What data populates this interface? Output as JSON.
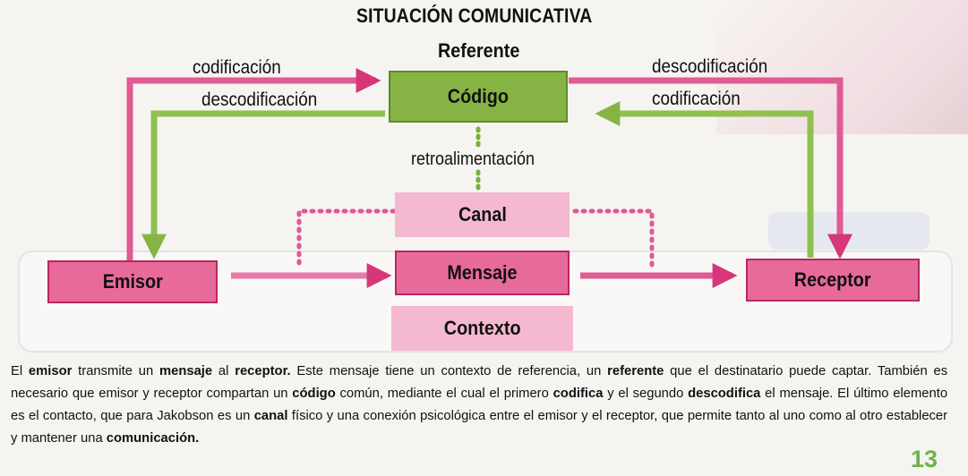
{
  "title": "SITUACIÓN COMUNICATIVA",
  "referent_label": "Referente",
  "nodes": {
    "codigo": "Código",
    "canal": "Canal",
    "mensaje": "Mensaje",
    "contexto": "Contexto",
    "emisor": "Emisor",
    "receptor": "Receptor"
  },
  "edge_labels": {
    "left_top": "codificación",
    "left_bottom": "descodificación",
    "right_top": "descodificación",
    "right_bottom": "codificación",
    "feedback": "retroalimentación"
  },
  "caption": [
    {
      "t": "El "
    },
    {
      "t": "emisor",
      "b": true
    },
    {
      "t": " transmite un "
    },
    {
      "t": "mensaje",
      "b": true
    },
    {
      "t": " al "
    },
    {
      "t": "receptor.",
      "b": true
    },
    {
      "t": " Este mensaje tiene un contexto de referencia, un "
    },
    {
      "t": "referente",
      "b": true
    },
    {
      "t": " que el destinatario puede captar. También es necesario que emisor y receptor compartan un "
    },
    {
      "t": "código",
      "b": true
    },
    {
      "t": " común, mediante el cual el primero "
    },
    {
      "t": "codifica",
      "b": true
    },
    {
      "t": " y el segundo "
    },
    {
      "t": "descodifica",
      "b": true
    },
    {
      "t": " el mensaje. El último elemento es el contacto, que para Jakobson es un "
    },
    {
      "t": "canal",
      "b": true
    },
    {
      "t": " físico y una conexión psicológica entre el emisor y el receptor, que permite tanto al uno como al otro establecer y mantener una "
    },
    {
      "t": "comunicación.",
      "b": true
    }
  ],
  "page_number": "13",
  "colors": {
    "pink": "#e86a9b",
    "pink_border": "#b8275e",
    "pink_light": "#f4b9d0",
    "green": "#86b444",
    "green_border": "#5d8a2a",
    "page_number": "#6db44a"
  }
}
